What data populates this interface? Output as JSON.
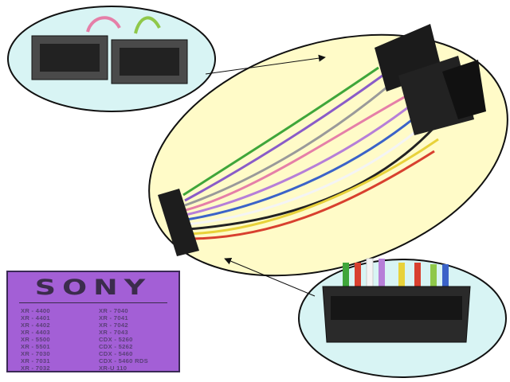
{
  "label": {
    "brand": "SONY",
    "models_left": [
      "XR - 4400",
      "XR - 4401",
      "XR - 4402",
      "XR - 4403",
      "XR - 5500",
      "XR - 5501",
      "XR - 7030",
      "XR - 7031",
      "XR - 7032"
    ],
    "models_right": [
      "XR - 7040",
      "XR - 7041",
      "XR - 7042",
      "XR - 7043",
      "CDX - 5260",
      "CDX - 5262",
      "CDX - 5460",
      "CDX - 5460 RDS",
      "XR-U 110"
    ],
    "background_color": "#a35fd6"
  },
  "colors": {
    "main_ellipse": "#fffbc8",
    "detail_ellipse": "#d8f4f4",
    "wires": [
      "#3fa63a",
      "#8a5cc8",
      "#e57fa8",
      "#3b63c8",
      "#9a9a9a",
      "#f4f4f4",
      "#222222",
      "#e8d23a",
      "#d8402f",
      "#b67fd8"
    ]
  }
}
